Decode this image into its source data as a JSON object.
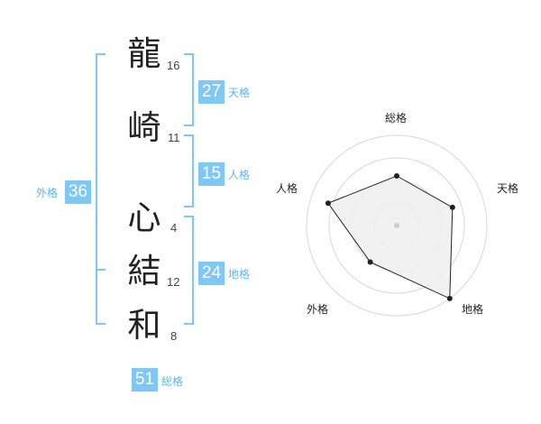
{
  "name_chars": [
    {
      "char": "龍",
      "strokes": "16"
    },
    {
      "char": "崎",
      "strokes": "11"
    },
    {
      "char": "心",
      "strokes": "4"
    },
    {
      "char": "結",
      "strokes": "12"
    },
    {
      "char": "和",
      "strokes": "8"
    }
  ],
  "fortunes": {
    "tenkaku": {
      "value": "27",
      "label": "天格"
    },
    "jinkaku": {
      "value": "15",
      "label": "人格"
    },
    "chikaku": {
      "value": "24",
      "label": "地格"
    },
    "gaikaku": {
      "value": "36",
      "label": "外格"
    },
    "soukaku": {
      "value": "51",
      "label": "総格"
    }
  },
  "colors": {
    "accent": "#7fc8f6",
    "bracket": "#7fc8f6"
  },
  "chart_data": {
    "type": "radar",
    "axes": [
      "総格",
      "天格",
      "地格",
      "外格",
      "人格"
    ],
    "values": [
      0.55,
      0.65,
      1.0,
      0.5,
      0.8
    ],
    "rings": 4,
    "fill": "#efefef",
    "line": "#222222"
  }
}
